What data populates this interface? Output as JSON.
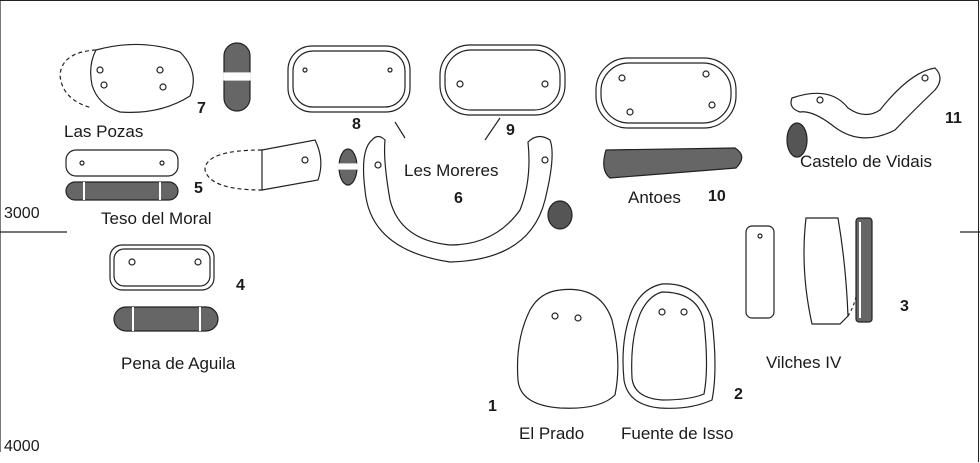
{
  "scale": {
    "upper": "3000",
    "lower": "4000"
  },
  "sites": [
    {
      "name": "Las Pozas",
      "number": "7"
    },
    {
      "name": "Teso del Moral",
      "number": "5"
    },
    {
      "name": "Les Moreres",
      "number_a": "8",
      "number_b": "9",
      "number_c": "6"
    },
    {
      "name": "Antoes",
      "number": "10"
    },
    {
      "name": "Castelo de Vidais",
      "number": "11"
    },
    {
      "name": "Pena de Aguila",
      "number": "4"
    },
    {
      "name": "Vilches IV",
      "number": "3"
    },
    {
      "name": "El Prado",
      "number": "1"
    },
    {
      "name": "Fuente de Isso",
      "number": "2"
    }
  ]
}
